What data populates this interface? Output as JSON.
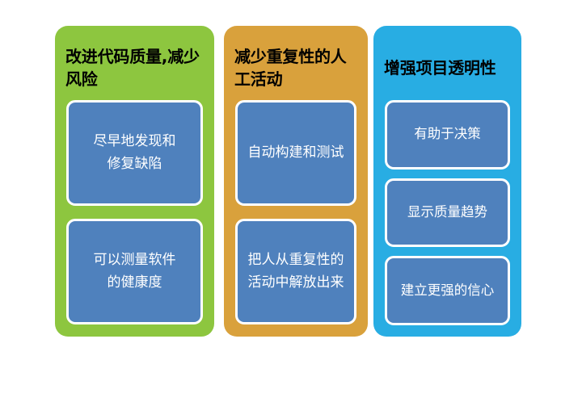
{
  "diagram": {
    "type": "grouped-list",
    "background": "#FFFFFF",
    "node_color": "#4F81BD",
    "node_border_color": "#FFFFFF",
    "node_text_color": "#FFFFFF",
    "title_text_color": "#000000",
    "columns": [
      {
        "id": "improve-code-quality",
        "title": "改进代码质量,减少\n风险",
        "color": "#8DC63F",
        "nodes": [
          {
            "id": "early-detect-fix",
            "text": "尽早地发现和\n修复缺陷"
          },
          {
            "id": "measure-health",
            "text": "可以测量软件\n的健康度"
          }
        ]
      },
      {
        "id": "reduce-repetitive-manual-work",
        "title": "减少重复性的人\n工活动",
        "color": "#D9A13C",
        "nodes": [
          {
            "id": "auto-build-test",
            "text": "自动构建和测试"
          },
          {
            "id": "free-people",
            "text": "把人从重复性的\n活动中解放出来"
          }
        ]
      },
      {
        "id": "enhance-project-transparency",
        "title": "增强项目透明性",
        "color": "#28ADE3",
        "nodes": [
          {
            "id": "aid-decision",
            "text": "有助于决策"
          },
          {
            "id": "show-quality-trend",
            "text": "显示质量趋势"
          },
          {
            "id": "build-confidence",
            "text": "建立更强的信心"
          }
        ]
      }
    ]
  }
}
